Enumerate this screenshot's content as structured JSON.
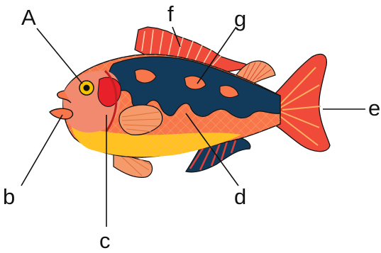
{
  "diagram": {
    "subject": "fish",
    "labels": {
      "A": "A",
      "b": "b",
      "c": "c",
      "d": "d",
      "e": "e",
      "f": "f",
      "g": "g"
    }
  },
  "colors": {
    "body": "#f7774a",
    "belly": "#ffc21f",
    "back_band": "#123a5a",
    "fin_red": "#f04a3a",
    "fin_light": "#f59a6a",
    "outline": "#111111"
  }
}
